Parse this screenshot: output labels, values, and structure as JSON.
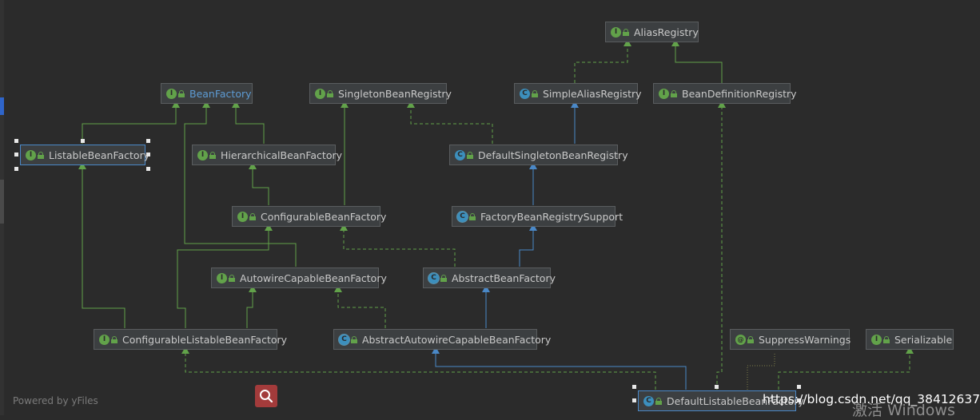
{
  "nodes": [
    {
      "id": "alias-registry",
      "label": "AliasRegistry",
      "kind": "I"
    },
    {
      "id": "bean-factory",
      "label": "BeanFactory",
      "kind": "I",
      "highlight": true
    },
    {
      "id": "singleton-bean-registry",
      "label": "SingletonBeanRegistry",
      "kind": "I"
    },
    {
      "id": "simple-alias-registry",
      "label": "SimpleAliasRegistry",
      "kind": "C"
    },
    {
      "id": "bean-definition-registry",
      "label": "BeanDefinitionRegistry",
      "kind": "I"
    },
    {
      "id": "listable-bean-factory",
      "label": "ListableBeanFactory",
      "kind": "I",
      "selected": true
    },
    {
      "id": "hierarchical-bean-factory",
      "label": "HierarchicalBeanFactory",
      "kind": "I"
    },
    {
      "id": "default-singleton-bean-registry",
      "label": "DefaultSingletonBeanRegistry",
      "kind": "C"
    },
    {
      "id": "configurable-bean-factory",
      "label": "ConfigurableBeanFactory",
      "kind": "I"
    },
    {
      "id": "factory-bean-registry-support",
      "label": "FactoryBeanRegistrySupport",
      "kind": "A"
    },
    {
      "id": "autowire-capable-bean-factory",
      "label": "AutowireCapableBeanFactory",
      "kind": "I"
    },
    {
      "id": "abstract-bean-factory",
      "label": "AbstractBeanFactory",
      "kind": "A"
    },
    {
      "id": "configurable-listable-bean-factory",
      "label": "ConfigurableListableBeanFactory",
      "kind": "I"
    },
    {
      "id": "abstract-autowire-capable-bean-factory",
      "label": "AbstractAutowireCapableBeanFactory",
      "kind": "A"
    },
    {
      "id": "suppress-warnings",
      "label": "SuppressWarnings",
      "kind": "At"
    },
    {
      "id": "serializable",
      "label": "Serializable",
      "kind": "I"
    },
    {
      "id": "default-listable-bean-factory",
      "label": "DefaultListableBeanFactory",
      "kind": "C",
      "selected": true
    }
  ],
  "edges": [
    {
      "from": "simple-alias-registry",
      "to": "alias-registry",
      "type": "implements"
    },
    {
      "from": "bean-definition-registry",
      "to": "alias-registry",
      "type": "extends-interface"
    },
    {
      "from": "listable-bean-factory",
      "to": "bean-factory",
      "type": "extends-interface"
    },
    {
      "from": "hierarchical-bean-factory",
      "to": "bean-factory",
      "type": "extends-interface"
    },
    {
      "from": "autowire-capable-bean-factory",
      "to": "bean-factory",
      "type": "extends-interface"
    },
    {
      "from": "default-singleton-bean-registry",
      "to": "simple-alias-registry",
      "type": "extends-class"
    },
    {
      "from": "default-singleton-bean-registry",
      "to": "singleton-bean-registry",
      "type": "implements"
    },
    {
      "from": "configurable-bean-factory",
      "to": "hierarchical-bean-factory",
      "type": "extends-interface"
    },
    {
      "from": "configurable-bean-factory",
      "to": "singleton-bean-registry",
      "type": "extends-interface"
    },
    {
      "from": "factory-bean-registry-support",
      "to": "default-singleton-bean-registry",
      "type": "extends-class"
    },
    {
      "from": "abstract-bean-factory",
      "to": "factory-bean-registry-support",
      "type": "extends-class"
    },
    {
      "from": "abstract-bean-factory",
      "to": "configurable-bean-factory",
      "type": "implements"
    },
    {
      "from": "configurable-listable-bean-factory",
      "to": "listable-bean-factory",
      "type": "extends-interface"
    },
    {
      "from": "configurable-listable-bean-factory",
      "to": "configurable-bean-factory",
      "type": "extends-interface"
    },
    {
      "from": "configurable-listable-bean-factory",
      "to": "autowire-capable-bean-factory",
      "type": "extends-interface"
    },
    {
      "from": "abstract-autowire-capable-bean-factory",
      "to": "abstract-bean-factory",
      "type": "extends-class"
    },
    {
      "from": "abstract-autowire-capable-bean-factory",
      "to": "autowire-capable-bean-factory",
      "type": "implements"
    },
    {
      "from": "default-listable-bean-factory",
      "to": "abstract-autowire-capable-bean-factory",
      "type": "extends-class"
    },
    {
      "from": "default-listable-bean-factory",
      "to": "configurable-listable-bean-factory",
      "type": "implements"
    },
    {
      "from": "default-listable-bean-factory",
      "to": "bean-definition-registry",
      "type": "implements"
    },
    {
      "from": "default-listable-bean-factory",
      "to": "serializable",
      "type": "implements"
    },
    {
      "from": "default-listable-bean-factory",
      "to": "suppress-warnings",
      "type": "annotated-with"
    }
  ],
  "colors": {
    "background": "#2b2b2b",
    "node_bg": "#3c3f41",
    "node_text": "#c9c9c9",
    "interface_edge": "#62a24a",
    "class_edge": "#4a88c7",
    "highlight_text": "#5d9bd4",
    "watermark": "#ffffff"
  },
  "footer": {
    "powered_by": "Powered by yFiles",
    "search_icon": "search-icon"
  },
  "watermark": {
    "url": "https://blog.csdn.net/qq_38412637",
    "windows_text": "激活 Windows"
  }
}
